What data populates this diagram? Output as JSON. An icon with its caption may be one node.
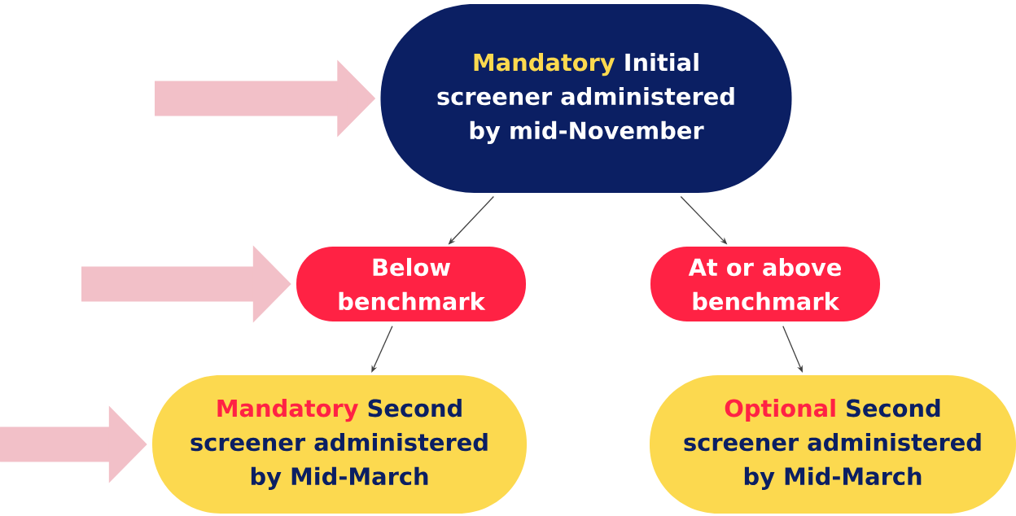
{
  "diagram": {
    "nodes": [
      {
        "text": [
          "Mandatory",
          "Initial screener administered by mid-November"
        ]
      },
      {
        "text": [
          "Below benchmark"
        ]
      },
      {
        "text": [
          "At or above benchmark"
        ]
      },
      {
        "text": [
          "Mandatory",
          "Second screener administered by Mid-March"
        ]
      },
      {
        "text": [
          "Optional",
          "Second screener administered by Mid-March"
        ]
      }
    ],
    "edges": [
      {
        "from": null,
        "to": 0,
        "arrow": "to",
        "style": "thick",
        "color": "#f2c0c8"
      },
      {
        "from": null,
        "to": 1,
        "arrow": "to",
        "style": "thick",
        "color": "#f2c0c8"
      },
      {
        "from": null,
        "to": 3,
        "arrow": "to",
        "style": "thick",
        "color": "#f2c0c8"
      },
      {
        "from": 0,
        "to": 1,
        "arrow": "to"
      },
      {
        "from": 0,
        "to": 2,
        "arrow": "to"
      },
      {
        "from": 1,
        "to": 3,
        "arrow": "to"
      },
      {
        "from": 2,
        "to": 4,
        "arrow": "to"
      }
    ]
  }
}
